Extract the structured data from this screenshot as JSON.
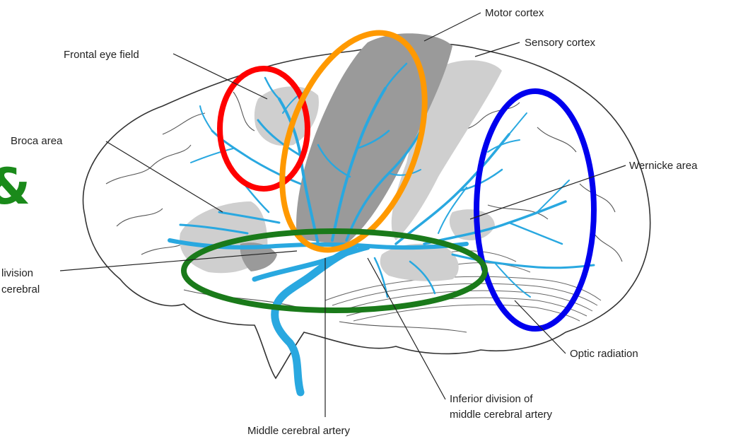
{
  "labels": {
    "motor_cortex": "Motor cortex",
    "sensory_cortex": "Sensory cortex",
    "frontal_eye_field": "Frontal eye field",
    "broca_area": "Broca area",
    "wernicke_area": "Wernicke area",
    "superior_division_line1": "livision",
    "superior_division_line2": "cerebral",
    "optic_radiation": "Optic radiation",
    "inferior_division_line1": "Inferior division of",
    "inferior_division_line2": "middle cerebral artery",
    "middle_cerebral_artery": "Middle cerebral artery",
    "edge_glyph": "&"
  },
  "colors": {
    "artery": "#29a8e0",
    "motor_region": "#9a9a9a",
    "sensory_region": "#cfcfcf",
    "outline": "#333333",
    "frontal_eye_circle": "#ff0000",
    "motor_cortex_ellipse": "#ff9900",
    "wernicke_ellipse": "#0000ee",
    "sylvian_ellipse": "#1a7a1a",
    "edge_glyph": "#1a8a1a"
  },
  "annotations": [
    {
      "name": "frontal-eye-field-circle",
      "color": "#ff0000"
    },
    {
      "name": "motor-cortex-ellipse",
      "color": "#ff9900"
    },
    {
      "name": "wernicke-area-ellipse",
      "color": "#0000ee"
    },
    {
      "name": "sylvian-fissure-ellipse",
      "color": "#1a7a1a"
    }
  ]
}
